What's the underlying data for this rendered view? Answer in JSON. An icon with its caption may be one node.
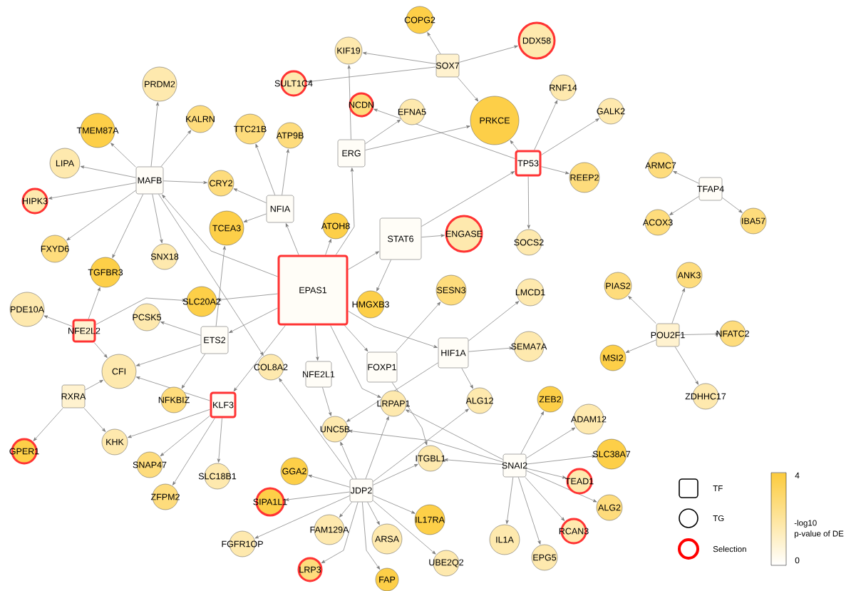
{
  "diagram": {
    "nodes": [
      {
        "text": [
          "EPAS1"
        ]
      },
      {
        "text": [
          "MAFB"
        ]
      },
      {
        "text": [
          "NFIA"
        ]
      },
      {
        "text": [
          "ERG"
        ]
      },
      {
        "text": [
          "SOX7"
        ]
      },
      {
        "text": [
          "TP53"
        ]
      },
      {
        "text": [
          "STAT6"
        ]
      },
      {
        "text": [
          "ETS2"
        ]
      },
      {
        "text": [
          "NFE2L2"
        ]
      },
      {
        "text": [
          "RXRA"
        ]
      },
      {
        "text": [
          "KLF3"
        ]
      },
      {
        "text": [
          "NFE2L1"
        ]
      },
      {
        "text": [
          "FOXP1"
        ]
      },
      {
        "text": [
          "HIF1A"
        ]
      },
      {
        "text": [
          "JDP2"
        ]
      },
      {
        "text": [
          "SNAI2"
        ]
      },
      {
        "text": [
          "TFAP4"
        ]
      },
      {
        "text": [
          "POU2F1"
        ]
      },
      {
        "text": [
          "PRDM2"
        ]
      },
      {
        "text": [
          "TMEM87A"
        ]
      },
      {
        "text": [
          "KALRN"
        ]
      },
      {
        "text": [
          "LIPA"
        ]
      },
      {
        "text": [
          "HIPK3"
        ]
      },
      {
        "text": [
          "FXYD6"
        ]
      },
      {
        "text": [
          "TGFBR3"
        ]
      },
      {
        "text": [
          "SNX18"
        ]
      },
      {
        "text": [
          "CRY2"
        ]
      },
      {
        "text": [
          "TCEA3"
        ]
      },
      {
        "text": [
          "TTC21B"
        ]
      },
      {
        "text": [
          "ATP9B"
        ]
      },
      {
        "text": [
          "SULT1C4"
        ]
      },
      {
        "text": [
          "KIF19"
        ]
      },
      {
        "text": [
          "COPG2"
        ]
      },
      {
        "text": [
          "DDX58"
        ]
      },
      {
        "text": [
          "NCDN"
        ]
      },
      {
        "text": [
          "EFNA5"
        ]
      },
      {
        "text": [
          "PRKCE"
        ]
      },
      {
        "text": [
          "RNF14"
        ]
      },
      {
        "text": [
          "GALK2"
        ]
      },
      {
        "text": [
          "REEP2"
        ]
      },
      {
        "text": [
          "SOCS2"
        ]
      },
      {
        "text": [
          "ATOH8"
        ]
      },
      {
        "text": [
          "ENGASE"
        ]
      },
      {
        "text": [
          "ARMC7"
        ]
      },
      {
        "text": [
          "ACOX3"
        ]
      },
      {
        "text": [
          "IBA57"
        ]
      },
      {
        "text": [
          "PIAS2"
        ]
      },
      {
        "text": [
          "ANK3"
        ]
      },
      {
        "text": [
          "NFATC2"
        ]
      },
      {
        "text": [
          "MSI2"
        ]
      },
      {
        "text": [
          "ZDHHC17"
        ]
      },
      {
        "text": [
          "SLC20A2"
        ]
      },
      {
        "text": [
          "PDE10A"
        ]
      },
      {
        "text": [
          "PCSK5"
        ]
      },
      {
        "text": [
          "CFI"
        ]
      },
      {
        "text": [
          "COL8A2"
        ]
      },
      {
        "text": [
          "NFKBIZ"
        ]
      },
      {
        "text": [
          "KHK"
        ]
      },
      {
        "text": [
          "GPER1"
        ]
      },
      {
        "text": [
          "SNAP47"
        ]
      },
      {
        "text": [
          "ZFPM2"
        ]
      },
      {
        "text": [
          "SLC18B1"
        ]
      },
      {
        "text": [
          "GGA2"
        ]
      },
      {
        "text": [
          "SIPA1L1"
        ]
      },
      {
        "text": [
          "FGFR1OP"
        ]
      },
      {
        "text": [
          "HMGXB3"
        ]
      },
      {
        "text": [
          "SESN3"
        ]
      },
      {
        "text": [
          "LMCD1"
        ]
      },
      {
        "text": [
          "SEMA7A"
        ]
      },
      {
        "text": [
          "LRPAP1"
        ]
      },
      {
        "text": [
          "ALG12"
        ]
      },
      {
        "text": [
          "UNC5B"
        ]
      },
      {
        "text": [
          "ITGBL1"
        ]
      },
      {
        "text": [
          "FAM129A"
        ]
      },
      {
        "text": [
          "LRP3"
        ]
      },
      {
        "text": [
          "ARSA"
        ]
      },
      {
        "text": [
          "FAP"
        ]
      },
      {
        "text": [
          "IL17RA"
        ]
      },
      {
        "text": [
          "UBE2Q2"
        ]
      },
      {
        "text": [
          "ZEB2"
        ]
      },
      {
        "text": [
          "ADAM12"
        ]
      },
      {
        "text": [
          "SLC38A7"
        ]
      },
      {
        "text": [
          "TEAD1"
        ]
      },
      {
        "text": [
          "ALG2"
        ]
      },
      {
        "text": [
          "RCAN3"
        ]
      },
      {
        "text": [
          "IL1A"
        ]
      },
      {
        "text": [
          "EPG5"
        ]
      }
    ],
    "edges": [
      {
        "from": 1,
        "to": 18,
        "arrow": "to"
      },
      {
        "from": 1,
        "to": 19,
        "arrow": "to"
      },
      {
        "from": 1,
        "to": 20,
        "arrow": "to"
      },
      {
        "from": 1,
        "to": 21,
        "arrow": "to"
      },
      {
        "from": 1,
        "to": 22,
        "arrow": "to"
      },
      {
        "from": 1,
        "to": 26,
        "arrow": "to"
      },
      {
        "from": 1,
        "to": 23,
        "arrow": "to"
      },
      {
        "from": 1,
        "to": 24,
        "arrow": "to"
      },
      {
        "from": 1,
        "to": 25,
        "arrow": "to"
      },
      {
        "from": 1,
        "to": 55,
        "arrow": "to"
      },
      {
        "from": 0,
        "to": 1,
        "arrow": "to"
      },
      {
        "from": 2,
        "to": 26,
        "arrow": "to"
      },
      {
        "from": 2,
        "to": 27,
        "arrow": "to"
      },
      {
        "from": 2,
        "to": 28,
        "arrow": "to"
      },
      {
        "from": 2,
        "to": 29,
        "arrow": "to"
      },
      {
        "from": 0,
        "to": 2,
        "arrow": "to"
      },
      {
        "from": 0,
        "to": 41,
        "arrow": "to"
      },
      {
        "from": 0,
        "to": 3,
        "arrow": "to"
      },
      {
        "from": 0,
        "to": 6,
        "arrow": "to"
      },
      {
        "from": 0,
        "to": 51,
        "arrow": "to"
      },
      {
        "from": 0,
        "to": 7,
        "arrow": "to"
      },
      {
        "from": 0,
        "to": 10,
        "arrow": "to"
      },
      {
        "from": 0,
        "to": 11,
        "arrow": "to"
      },
      {
        "from": 0,
        "to": 12,
        "arrow": "to"
      },
      {
        "from": 0,
        "to": 13,
        "arrow": "to"
      },
      {
        "from": 0,
        "to": 69,
        "arrow": "to"
      },
      {
        "from": 7,
        "to": 27,
        "arrow": "to"
      },
      {
        "from": 7,
        "to": 53,
        "arrow": "to"
      },
      {
        "from": 7,
        "to": 54,
        "arrow": "to"
      },
      {
        "from": 7,
        "to": 56,
        "arrow": "to"
      },
      {
        "from": 6,
        "to": 42,
        "arrow": "to"
      },
      {
        "from": 6,
        "to": 5,
        "arrow": "to"
      },
      {
        "from": 6,
        "to": 65,
        "arrow": "to"
      },
      {
        "from": 3,
        "to": 31,
        "arrow": "to"
      },
      {
        "from": 3,
        "to": 35,
        "arrow": "to"
      },
      {
        "from": 3,
        "to": 36,
        "arrow": "to"
      },
      {
        "from": 4,
        "to": 32,
        "arrow": "to"
      },
      {
        "from": 4,
        "to": 31,
        "arrow": "to"
      },
      {
        "from": 4,
        "to": 33,
        "arrow": "to"
      },
      {
        "from": 4,
        "to": 30,
        "arrow": "to"
      },
      {
        "from": 4,
        "to": 36,
        "arrow": "to"
      },
      {
        "from": 5,
        "to": 34,
        "arrow": "to"
      },
      {
        "from": 5,
        "to": 36,
        "arrow": "to"
      },
      {
        "from": 5,
        "to": 37,
        "arrow": "to"
      },
      {
        "from": 5,
        "to": 38,
        "arrow": "to"
      },
      {
        "from": 5,
        "to": 39,
        "arrow": "to"
      },
      {
        "from": 5,
        "to": 40,
        "arrow": "to"
      },
      {
        "from": 16,
        "to": 43,
        "arrow": "to"
      },
      {
        "from": 16,
        "to": 44,
        "arrow": "to"
      },
      {
        "from": 16,
        "to": 45,
        "arrow": "to"
      },
      {
        "from": 17,
        "to": 46,
        "arrow": "to"
      },
      {
        "from": 17,
        "to": 47,
        "arrow": "to"
      },
      {
        "from": 17,
        "to": 48,
        "arrow": "to"
      },
      {
        "from": 17,
        "to": 49,
        "arrow": "to"
      },
      {
        "from": 17,
        "to": 50,
        "arrow": "to"
      },
      {
        "from": 8,
        "to": 24,
        "arrow": "to"
      },
      {
        "from": 8,
        "to": 52,
        "arrow": "to"
      },
      {
        "from": 8,
        "to": 54,
        "arrow": "to"
      },
      {
        "from": 8,
        "to": 51,
        "arrow": "to"
      },
      {
        "from": 9,
        "to": 54,
        "arrow": "to"
      },
      {
        "from": 9,
        "to": 58,
        "arrow": "to"
      },
      {
        "from": 9,
        "to": 57,
        "arrow": "to"
      },
      {
        "from": 10,
        "to": 54,
        "arrow": "to"
      },
      {
        "from": 10,
        "to": 57,
        "arrow": "to"
      },
      {
        "from": 10,
        "to": 59,
        "arrow": "to"
      },
      {
        "from": 10,
        "to": 60,
        "arrow": "to"
      },
      {
        "from": 10,
        "to": 61,
        "arrow": "to"
      },
      {
        "from": 13,
        "to": 67,
        "arrow": "to"
      },
      {
        "from": 13,
        "to": 68,
        "arrow": "to"
      },
      {
        "from": 13,
        "to": 70,
        "arrow": "to"
      },
      {
        "from": 13,
        "to": 71,
        "arrow": "to"
      },
      {
        "from": 12,
        "to": 66,
        "arrow": "to"
      },
      {
        "from": 12,
        "to": 72,
        "arrow": "to"
      },
      {
        "from": 11,
        "to": 71,
        "arrow": "to"
      },
      {
        "from": 14,
        "to": 55,
        "arrow": "to"
      },
      {
        "from": 14,
        "to": 71,
        "arrow": "to"
      },
      {
        "from": 14,
        "to": 69,
        "arrow": "to"
      },
      {
        "from": 14,
        "to": 70,
        "arrow": "to"
      },
      {
        "from": 14,
        "to": 72,
        "arrow": "to"
      },
      {
        "from": 14,
        "to": 62,
        "arrow": "to"
      },
      {
        "from": 14,
        "to": 63,
        "arrow": "to"
      },
      {
        "from": 14,
        "to": 64,
        "arrow": "to"
      },
      {
        "from": 14,
        "to": 73,
        "arrow": "to"
      },
      {
        "from": 14,
        "to": 74,
        "arrow": "to"
      },
      {
        "from": 14,
        "to": 75,
        "arrow": "to"
      },
      {
        "from": 14,
        "to": 76,
        "arrow": "to"
      },
      {
        "from": 14,
        "to": 77,
        "arrow": "to"
      },
      {
        "from": 14,
        "to": 78,
        "arrow": "to"
      },
      {
        "from": 15,
        "to": 79,
        "arrow": "to"
      },
      {
        "from": 15,
        "to": 80,
        "arrow": "to"
      },
      {
        "from": 15,
        "to": 81,
        "arrow": "to"
      },
      {
        "from": 15,
        "to": 82,
        "arrow": "to"
      },
      {
        "from": 15,
        "to": 83,
        "arrow": "to"
      },
      {
        "from": 15,
        "to": 84,
        "arrow": "to"
      },
      {
        "from": 15,
        "to": 86,
        "arrow": "to"
      },
      {
        "from": 15,
        "to": 85,
        "arrow": "to"
      },
      {
        "from": 15,
        "to": 72,
        "arrow": "to"
      },
      {
        "from": 15,
        "to": 69,
        "arrow": "to"
      },
      {
        "from": 15,
        "to": 71,
        "arrow": "to"
      }
    ],
    "labels": [
      "4",
      "-log10 p-value of DE",
      "0"
    ],
    "legend": [
      {
        "text": "TF"
      },
      {
        "text": "TG"
      },
      {
        "text": "Selection"
      }
    ]
  }
}
